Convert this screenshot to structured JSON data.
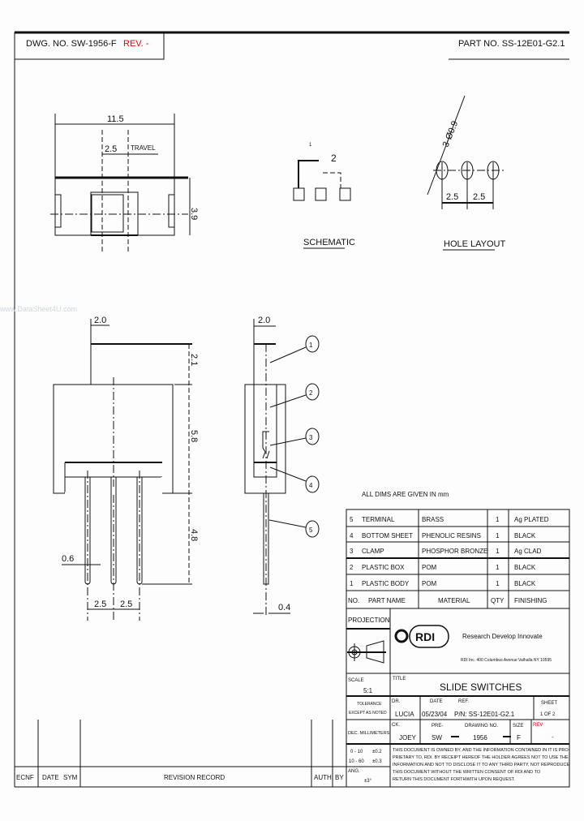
{
  "header": {
    "dwg_no": "DWG. NO.  SW-1956-F",
    "rev_label": "REV. -",
    "part_no": "PART NO. SS-12E01-G2.1"
  },
  "watermark": "www.DataSheet4U.com",
  "top_view": {
    "width_dim": "11.5",
    "travel_dim": "2.5",
    "travel_label": "TRAVEL",
    "height_dim": "3.9"
  },
  "schematic": {
    "label": "SCHEMATIC",
    "pin1": "1",
    "pin2": "2"
  },
  "hole_layout": {
    "label": "HOLE LAYOUT",
    "hole_dim": "3-Ø0.9",
    "pitch1": "2.5",
    "pitch2": "2.5"
  },
  "front_view": {
    "offset_dim": "2.0",
    "actuator_dim": "2.1",
    "body_dim": "5.8",
    "pin_len_dim": "4.8",
    "pin_width_dim": "0.6",
    "pitch1": "2.5",
    "pitch2": "2.5"
  },
  "side_view": {
    "width_dim": "2.0",
    "pin_dim": "0.4",
    "callouts": [
      "1",
      "2",
      "3",
      "4",
      "5"
    ]
  },
  "dims_note": "ALL DIMS ARE GIVEN IN mm",
  "bom": {
    "rows": [
      {
        "no": "5",
        "part": "TERMINAL",
        "material": "BRASS",
        "qty": "1",
        "finishing": "Ag PLATED"
      },
      {
        "no": "4",
        "part": "BOTTOM SHEET",
        "material": "PHENOLIC RESINS",
        "qty": "1",
        "finishing": "BLACK"
      },
      {
        "no": "3",
        "part": "CLAMP",
        "material": "PHOSPHOR BRONZE",
        "qty": "1",
        "finishing": "Ag CLAD"
      },
      {
        "no": "2",
        "part": "PLASTIC BOX",
        "material": "POM",
        "qty": "1",
        "finishing": "BLACK"
      },
      {
        "no": "1",
        "part": "PLASTIC BODY",
        "material": "POM",
        "qty": "1",
        "finishing": "BLACK"
      }
    ],
    "headers": {
      "no": "NO.",
      "part": "PART NAME",
      "material": "MATERIAL",
      "qty": "QTY",
      "finishing": "FINISHING"
    }
  },
  "title_block": {
    "projection": "PROJECTION",
    "logo": "RDI",
    "tagline": "Research  Develop  Innovate",
    "address": "RDI Inc. 400 Columbus Avenue Valhalla NY 10595",
    "scale_label": "SCALE",
    "scale_value": "5:1",
    "title_label": "TITLE",
    "title": "SLIDE SWITCHES",
    "tolerance": [
      "TOLERANCE",
      "EXCEPT AS NOTED"
    ],
    "dec_label": "DEC. MILLIMETERS",
    "tol_rows": [
      {
        "range": "0 - 10",
        "tol": "±0.2"
      },
      {
        "range": "10 - 60",
        "tol": "±0.3"
      }
    ],
    "ang_label": "ANG.",
    "ang_value": "±3°",
    "dr_label": "DR.",
    "dr_value": "LUCIA",
    "date_label": "DATE",
    "date_value": "05/23/04",
    "ref_label": "REF.",
    "ref_value": "P/N: SS-12E01-G2.1",
    "sheet_label": "SHEET",
    "sheet_value": "1 OF 2",
    "ck_label": "CK.",
    "ck_value": "JOEY",
    "pre_label": "PRE-",
    "pre_value": "SW",
    "drawing_no_label": "DRAWING NO.",
    "drawing_no_value": "1956",
    "size_label": "SIZE",
    "size_value": "F",
    "rev_label": "REV",
    "rev_value": "-",
    "notice": [
      "THIS DOCUMENT IS OWNED BY, AND THE INFORMATION CONTAINED IN IT IS PRO-",
      "PRIETARY TO, RDI. BY RECEIPT HEREOF THE HOLDER AGREES NOT TO USE THE",
      "INFORMATION AND NOT TO DISCLOSE IT TO ANY THIRD PARTY, NOT REPRODUCE",
      "THIS DOCUMENT WITHOUT THE WRITTEN CONSENT OF RDI AND TO",
      "RETURN THIS DOCUMENT FORTHWITH UPON REQUEST."
    ]
  },
  "revision_record": {
    "ecn": "ECNF",
    "date": "DATE",
    "sym": "SYM",
    "record": "REVISION RECORD",
    "auth": "AUTH",
    "by": "BY"
  }
}
